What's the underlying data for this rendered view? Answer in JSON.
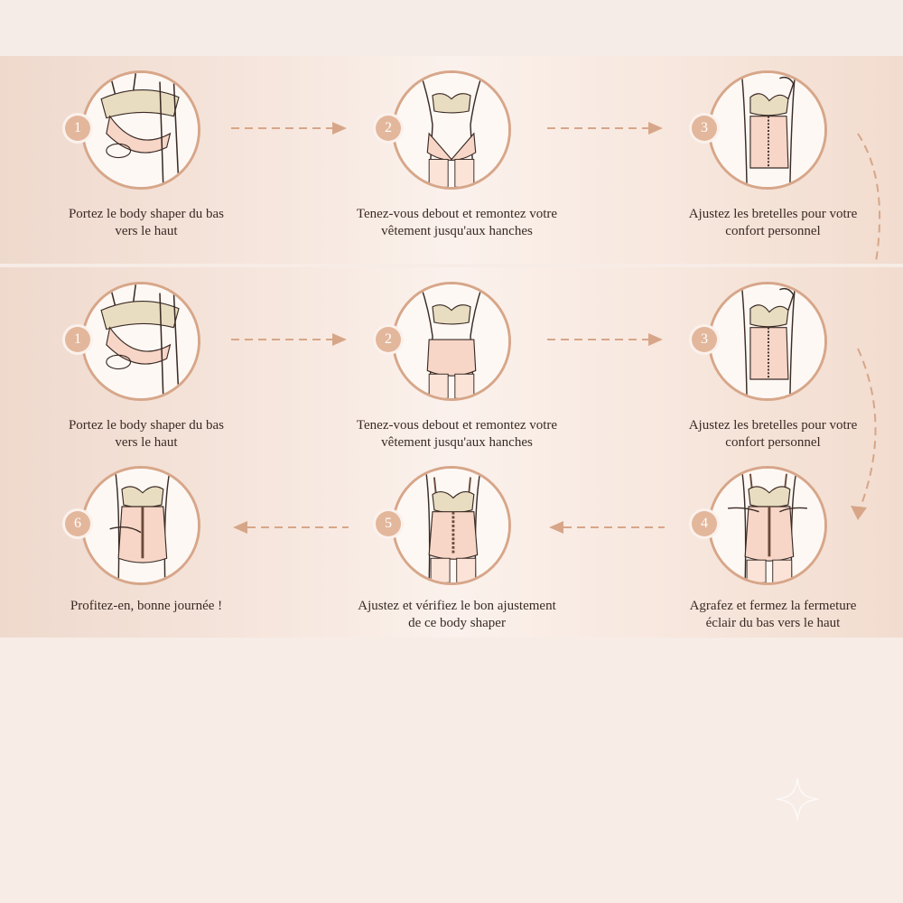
{
  "colors": {
    "accent": "#d7a689",
    "badge": "#e3b79c",
    "text": "#3a2a24",
    "skin": "#f7d6c7",
    "bra": "#e9ddc1"
  },
  "row1": [
    {
      "num": "1",
      "line1": "Portez le body shaper du bas",
      "line2": "vers le haut",
      "icon": "step-pull-up-icon"
    },
    {
      "num": "2",
      "line1": "Tenez-vous debout et remontez votre",
      "line2": "vêtement jusqu'aux hanches",
      "icon": "step-hips-icon"
    },
    {
      "num": "3",
      "line1": "Ajustez les bretelles pour votre",
      "line2": "confort personnel",
      "icon": "step-straps-icon"
    }
  ],
  "row2": [
    {
      "num": "1",
      "line1": "Portez le body shaper du bas",
      "line2": "vers le haut",
      "icon": "step-pull-up-icon"
    },
    {
      "num": "2",
      "line1": "Tenez-vous debout et remontez votre",
      "line2": "vêtement jusqu'aux hanches",
      "icon": "step-hips-icon"
    },
    {
      "num": "3",
      "line1": "Ajustez les bretelles pour votre",
      "line2": "confort personnel",
      "icon": "step-straps-icon"
    }
  ],
  "row3": [
    {
      "num": "6",
      "line1": "Profitez-en, bonne journée !",
      "line2": "",
      "icon": "step-enjoy-icon"
    },
    {
      "num": "5",
      "line1": "Ajustez et vérifiez le bon ajustement",
      "line2": "de ce body shaper",
      "icon": "step-check-fit-icon"
    },
    {
      "num": "4",
      "line1": "Agrafez et fermez la fermeture",
      "line2": "éclair du bas vers le haut",
      "icon": "step-zip-up-icon"
    }
  ]
}
